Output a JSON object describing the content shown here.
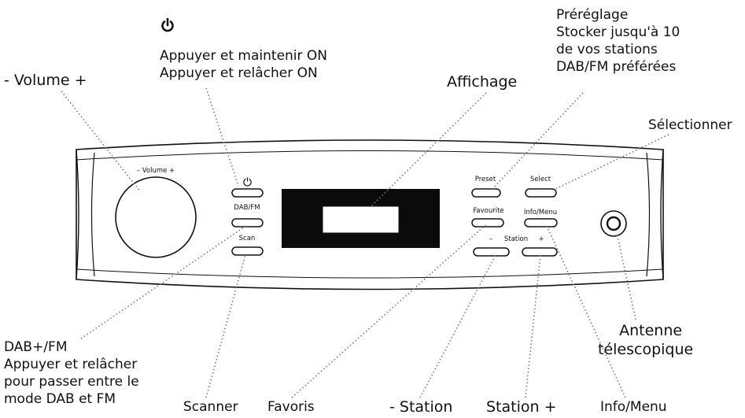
{
  "callouts": {
    "volume": "- Volume +",
    "power_lines": [
      "Appuyer et maintenir ON",
      "Appuyer et relâcher ON"
    ],
    "display": "Affichage",
    "preset_lines": [
      "Préréglage",
      "Stocker jusqu'à 10",
      "de vos stations",
      "DAB/FM préférées"
    ],
    "select": "Sélectionner",
    "antenna_lines": [
      "Antenne",
      "télescopique"
    ],
    "dabfm_lines": [
      "DAB+/FM",
      "Appuyer et relâcher",
      "pour passer entre le",
      "mode DAB et FM"
    ],
    "scan": "Scanner",
    "favourite": "Favoris",
    "station_minus": "- Station",
    "station_plus": "Station +",
    "info_menu": "Info/Menu"
  },
  "panel_labels": {
    "volume": "– Volume +",
    "dab_fm": "DAB/FM",
    "scan": "Scan",
    "preset": "Preset",
    "select": "Select",
    "favourite": "Favourite",
    "info_menu": "Info/Menu",
    "station_minus": "–",
    "station": "Station",
    "station_plus": "+"
  },
  "icons": {
    "power": "power-icon"
  }
}
